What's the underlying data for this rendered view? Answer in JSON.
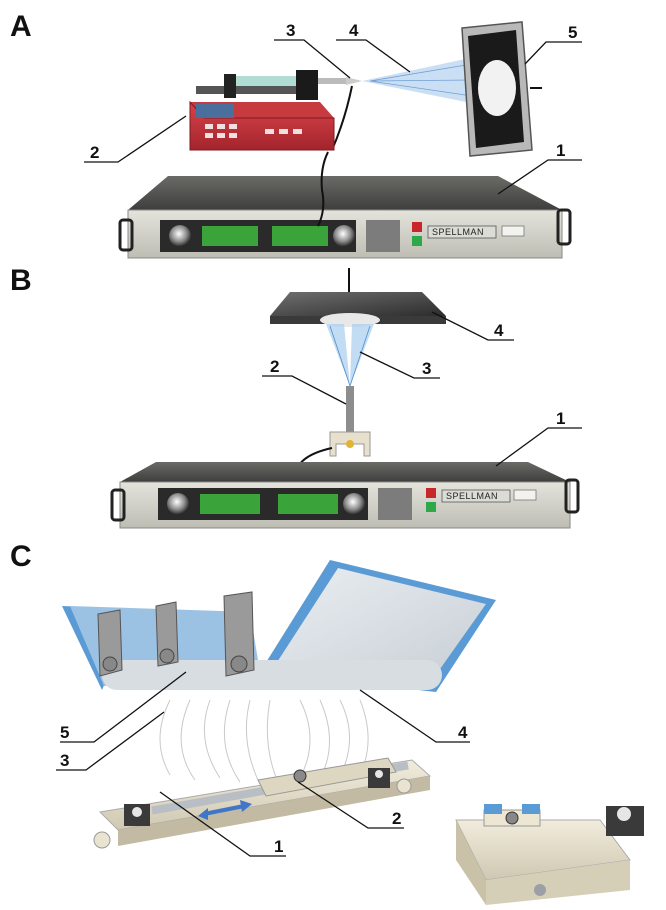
{
  "panels": [
    {
      "letter": "A",
      "callouts": [
        "1",
        "2",
        "3",
        "4",
        "5"
      ],
      "power_supply_brand": "SPELLMAN"
    },
    {
      "letter": "B",
      "callouts": [
        "1",
        "2",
        "3",
        "4"
      ],
      "power_supply_brand": "SPELLMAN"
    },
    {
      "letter": "C",
      "callouts": [
        "1",
        "2",
        "3",
        "4",
        "5"
      ]
    }
  ]
}
